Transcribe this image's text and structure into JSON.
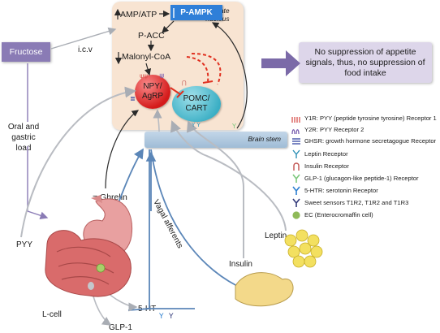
{
  "nucleus": {
    "region_label": "Arcuate nucleus",
    "amp_atp": "AMP/ATP",
    "p_ampk": "P-AMPK",
    "p_acc": "P-ACC",
    "malonyl": "Malonyl-CoA",
    "npy_agrp": "NPY/ AgRP",
    "pomc_cart": "POMC/ CART"
  },
  "brain_stem": "Brain stem",
  "fructose": "Fructose",
  "icv": "i.c.v",
  "oral_load": "Oral and gastric load",
  "outcome": "No suppression of appetite signals, thus, no suppression of food intake",
  "ghrelin": "= Ghrelin",
  "pyy": "PYY",
  "lcell": "L-cell",
  "glp1": "GLP-1",
  "ht5": "5-HT",
  "vagal": "Vagal afferents",
  "insulin": "Insulin",
  "leptin": "Leptin",
  "legend": [
    {
      "icon": "y1r-receptor-icon",
      "text": "Y1R: PYY (peptide tyrosine tyrosine) Receptor 1",
      "color": "#d9534f"
    },
    {
      "icon": "y2r-receptor-icon",
      "text": "Y2R: PYY Receptor 2",
      "color": "#7a5fb0"
    },
    {
      "icon": "ghsr-receptor-icon",
      "text": "GHSR: growth hormone secretagogue Receptor",
      "color": "#2a3f9e"
    },
    {
      "icon": "leptin-receptor-icon",
      "text": "Leptin Receptor",
      "color": "#2b8fb5"
    },
    {
      "icon": "insulin-receptor-icon",
      "text": "Insulin Receptor",
      "color": "#c0504d"
    },
    {
      "icon": "glp1-receptor-icon",
      "text": "GLP-1 (glucagon-like peptide-1) Receptor",
      "color": "#7dc87d"
    },
    {
      "icon": "5htr-receptor-icon",
      "text": "5-HTR: serotonin Receptor",
      "color": "#2c7fd0"
    },
    {
      "icon": "sweet-sensor-icon",
      "text": "Sweet sensors T1R2, T1R2 and T1R3",
      "color": "#333a7a"
    },
    {
      "icon": "ec-cell-icon",
      "text": "EC (Enterocromaffin cell)",
      "color": "#8fba58"
    }
  ],
  "colors": {
    "nucleus_bg": "#f8e4d2",
    "p_ampk_bg": "#2f7fd8",
    "fructose_bg": "#8a7bb5",
    "outcome_bg": "#ddd6ea",
    "inhibit_red": "#e03020",
    "vagal_blue": "#5b86b8",
    "hormone_gray": "#b9bcc2"
  }
}
